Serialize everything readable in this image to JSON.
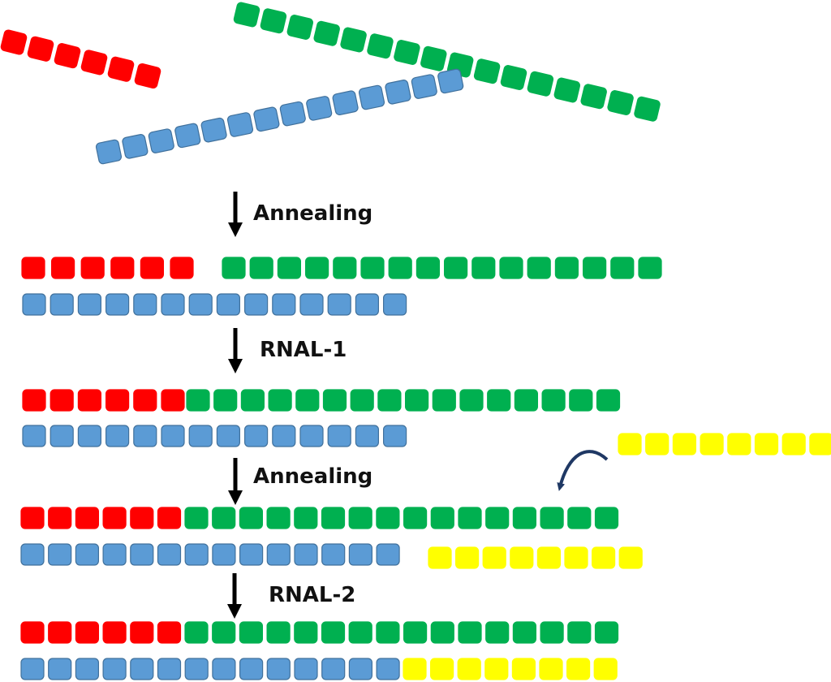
{
  "colors": {
    "red": "#ff0000",
    "green": "#00b050",
    "blue": "#5b9bd5",
    "blue_stroke": "#41719c",
    "yellow": "#ffff00",
    "arrow": "#000000",
    "curved_arrow": "#1f3864"
  },
  "steps": [
    {
      "label": "Annealing"
    },
    {
      "label": "RNAL-1"
    },
    {
      "label": "Annealing"
    },
    {
      "label": "RNAL-2"
    }
  ],
  "strands": {
    "red_segments": 6,
    "green_segments": 16,
    "blue_segments": 14,
    "yellow_segments": 8
  },
  "icons": {
    "step_arrow": "down-arrow-icon",
    "curved_arrow": "curved-arrow-icon"
  }
}
